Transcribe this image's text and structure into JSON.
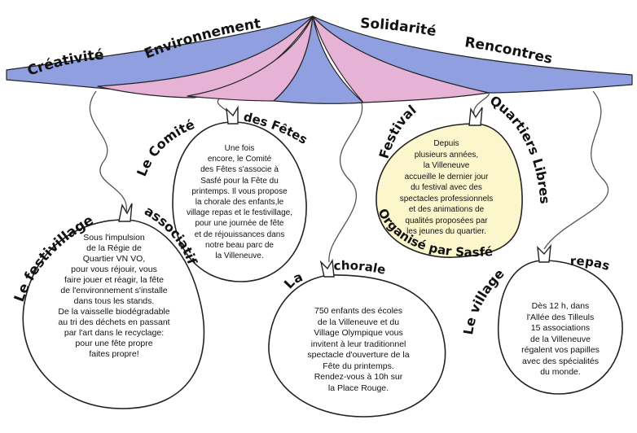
{
  "banner": {
    "words": [
      "Créativité",
      "Environnement",
      "Solidarité",
      "Rencontres"
    ]
  },
  "balloons": [
    {
      "id": "festivillage",
      "title_top": "Le festivillage",
      "title_side": "associatif",
      "text": "Sous l'impulsion\nde la Régie de\nQuartier VN VO,\npour vous réjouir, vous\nfaire  jouer et réagir, la fête\nde l'environnement s'installe\ndans tous les stands.\nDe la vaisselle  biodégradable\nau tri des déchets en passant\npar  l'art dans le recyclage:\npour une fête propre\nfaites propre!",
      "fill": "#ffffff"
    },
    {
      "id": "comite",
      "title_top": "Le Comité",
      "title_side": "des Fêtes",
      "text": "Une fois\nencore, le Comité\ndes Fêtes  s'associe à\nSasfé pour la Fête du\nprintemps. Il vous propose\nla chorale des enfants,le\nvillage repas et le festivillage,\npour une journée de fête\net de réjouissances dans\nnotre beau parc de\nla Villeneuve.",
      "fill": "#ffffff"
    },
    {
      "id": "festival",
      "title_top": "Festival",
      "title_side": "Quartiers Libres",
      "title_bottom": "Organisé par Sasfé",
      "text": "Depuis\nplusieurs années,\nla Villeneuve\naccueille le dernier jour\ndu festival avec des\nspectacles professionnels\net des animations de\nqualités proposées par\nles jeunes du quartier.",
      "fill": "#fbf6cc"
    },
    {
      "id": "chorale",
      "title_top": "La",
      "title_side": "chorale",
      "text": "750 enfants des écoles\nde la Villeneuve et du\nVillage Olympique vous\ninvitent à leur traditionnel\nspectacle d'ouverture de la\nFête du printemps.\nRendez-vous à 10h sur\nla Place Rouge.",
      "fill": "#ffffff"
    },
    {
      "id": "village",
      "title_top": "Le village",
      "title_side": "repas",
      "text": "Dès 12 h, dans\nl'Allée des Tilleuls\n15 associations\nde la Villeneuve\nrégalent vos papilles\navec des spécialités\ndu monde.",
      "fill": "#ffffff"
    }
  ],
  "colors": {
    "canopy_blue": "#8f9fe0",
    "canopy_pink": "#e6b2d6",
    "outline": "#222222",
    "festival_fill": "#fbf6cc"
  }
}
